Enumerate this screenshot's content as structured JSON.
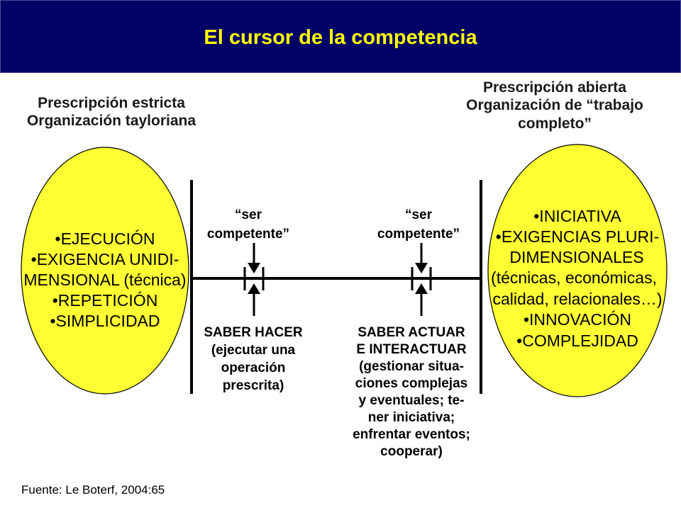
{
  "title": "El cursor de la competencia",
  "colors": {
    "banner": "#000066",
    "title": "#ffff00",
    "ellipse_fill": "#ffff33"
  },
  "left_pole": {
    "header": [
      "Prescripción estricta",
      "Organización tayloriana"
    ],
    "items": [
      "•EJECUCIÓN",
      "•EXIGENCIA UNIDI-",
      "MENSIONAL (técnica)",
      "•REPETICIÓN",
      "•SIMPLICIDAD"
    ]
  },
  "right_pole": {
    "header": [
      "Prescripción abierta",
      "Organización de “trabajo",
      "completo”"
    ],
    "items": [
      "•INICIATIVA",
      "•EXIGENCIAS PLURI-",
      "DIMENSIONALES",
      "(técnicas, económicas,",
      "calidad, relacionales…)",
      "•INNOVACIÓN",
      "•COMPLEJIDAD"
    ]
  },
  "cursors": [
    {
      "label": [
        "“ser",
        "competente”"
      ],
      "description": [
        "SABER HACER",
        "(ejecutar una",
        "operación",
        "prescrita)"
      ]
    },
    {
      "label": [
        "“ser",
        "competente”"
      ],
      "description": [
        "SABER ACTUAR",
        "E INTERACTUAR",
        "(gestionar situa-",
        "ciones complejas",
        "y eventuales; te-",
        "ner iniciativa;",
        "enfrentar eventos;",
        "cooperar)"
      ]
    }
  ],
  "source": "Fuente: Le Boterf, 2004:65"
}
